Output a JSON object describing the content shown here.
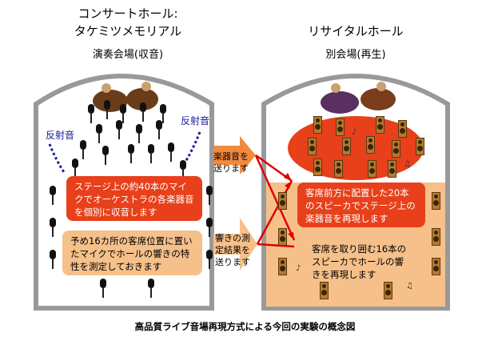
{
  "left_hall": {
    "title_line1": "コンサートホール:",
    "title_line2": "タケミツメモリアル",
    "subtitle": "演奏会場(収音)",
    "reflect_left": "反射音",
    "reflect_right": "反射音",
    "box_red": "ステージ上の約40本のマイクでオーケストラの各楽器音を個別に収音します",
    "box_tan": "予め16カ所の客席位置に置いたマイクでホールの響きの特性を測定しておきます"
  },
  "right_hall": {
    "title": "リサイタルホール",
    "subtitle": "別会場(再生)",
    "box_red": "客席前方に配置した20本のスピーカでステージ上の楽器音を再現します",
    "box_tan": "客席を取り囲む16本のスピーカでホールの響きを再現します"
  },
  "arrows": {
    "top_label": "楽器音を送ります",
    "bottom_label": "響きの測定結果を送ります"
  },
  "caption": "高品質ライブ音場再現方式による今回の実験の概念図",
  "colors": {
    "red": "#e8401a",
    "tan": "#f6c08a",
    "reflect": "#1a1aa0"
  },
  "icons": [
    "microphone-icon",
    "speaker-icon",
    "orchestra-icon",
    "music-note-icon"
  ]
}
